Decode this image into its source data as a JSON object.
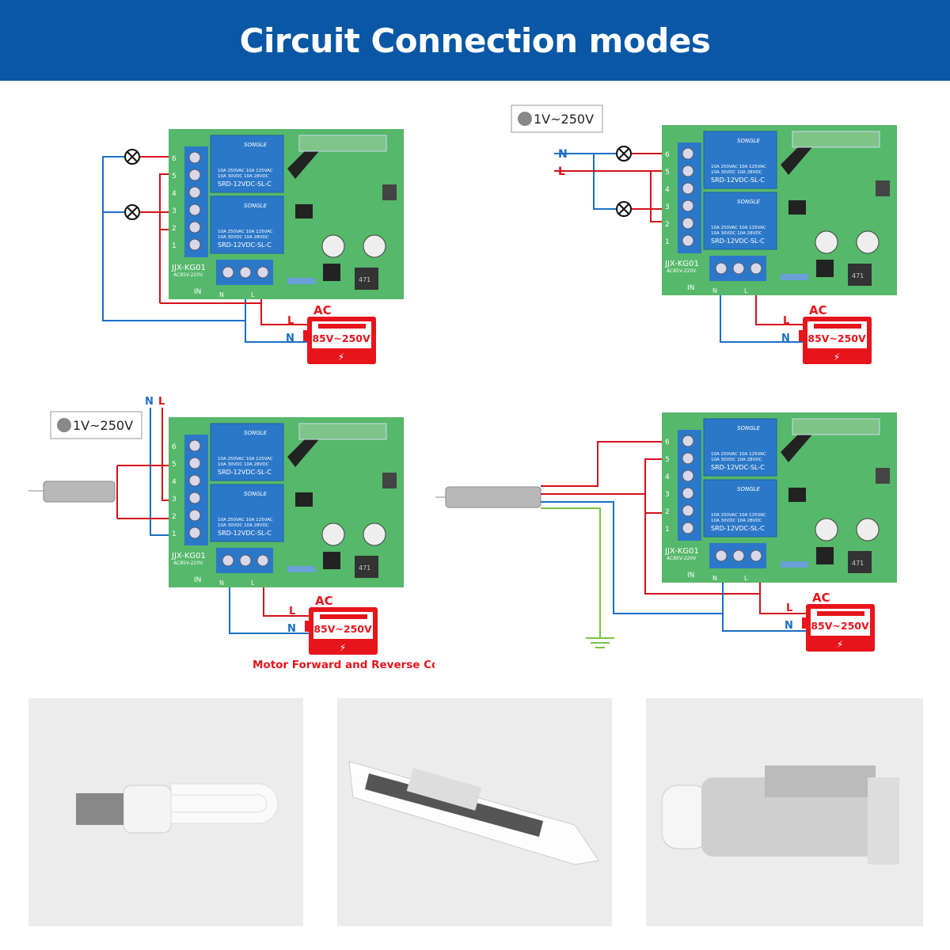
{
  "header": {
    "title": "Circuit Connection modes",
    "background": "#0a57a6"
  },
  "board": {
    "model": "JJX-KG01",
    "voltage_rating": "AC85V-220V",
    "relay_brand": "SONGLE",
    "relay_spec_1": "10A 250VAC 10A 125VAC",
    "relay_spec_2": "10A 30VDC 10A 28VDC",
    "relay_model": "SRD-12VDC-SL-C",
    "inductor": "471",
    "input_label": "IN",
    "terminal_n": "N",
    "terminal_l": "L",
    "terminal_numbers": [
      "6",
      "5",
      "4",
      "3",
      "2",
      "1"
    ]
  },
  "power_source": {
    "title": "AC",
    "range": "85V~250V",
    "live": "L",
    "neutral": "N",
    "color": "#e8141b"
  },
  "voltage_badge": {
    "text": "1V~250V"
  },
  "wire_labels": {
    "n": "N",
    "l": "L"
  },
  "colors": {
    "live_wire": "#d4101a",
    "neutral_wire": "#1a6fc4",
    "ground_wire": "#7cc243",
    "board": "#55b86a",
    "relay": "#2c78c8"
  },
  "panels": [
    {
      "id": "mode-1-lamps-self-powered"
    },
    {
      "id": "mode-2-lamps-external-power",
      "badge": true
    },
    {
      "id": "mode-3-motor-dry-contact",
      "badge": true,
      "caption": "Motor Forward and Reverse Control"
    },
    {
      "id": "mode-4-motor-powered-with-ground"
    }
  ],
  "photos": [
    {
      "subject": "lamp"
    },
    {
      "subject": "curtain-motor"
    },
    {
      "subject": "tubular-motor"
    }
  ]
}
